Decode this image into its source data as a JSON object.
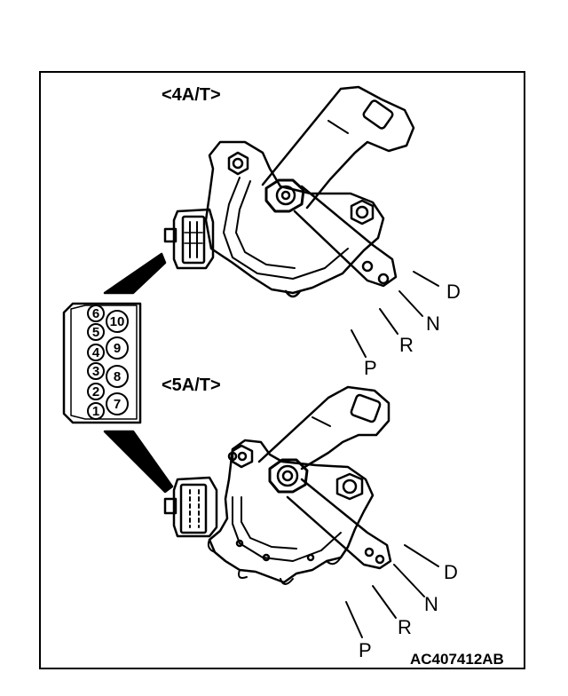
{
  "variants": [
    {
      "title": "<4A/T>",
      "positions": [
        "P",
        "R",
        "N",
        "D"
      ]
    },
    {
      "title": "<5A/T>",
      "positions": [
        "P",
        "R",
        "N",
        "D"
      ]
    }
  ],
  "connector": {
    "left_pins": [
      "6",
      "5",
      "4",
      "3",
      "2",
      "1"
    ],
    "right_pins": [
      "10",
      "9",
      "8",
      "7"
    ]
  },
  "figure_code": "AC407412AB"
}
